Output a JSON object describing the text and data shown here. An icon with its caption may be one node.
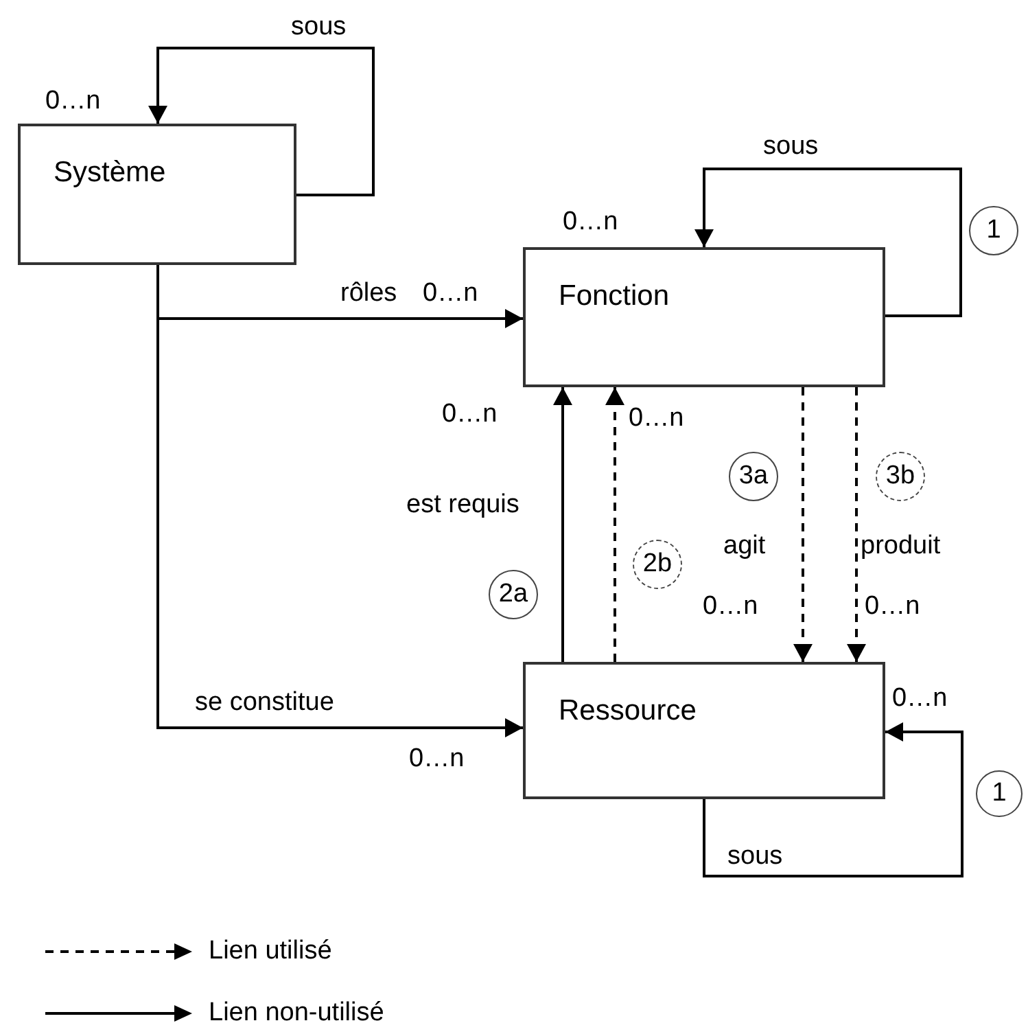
{
  "diagram": {
    "nodes": [
      {
        "text": [
          "Système"
        ]
      },
      {
        "text": [
          "Fonction"
        ]
      },
      {
        "text": [
          "Ressource"
        ]
      },
      {
        "text": [
          "1"
        ]
      },
      {
        "text": [
          "3a"
        ]
      },
      {
        "text": [
          "3b"
        ]
      },
      {
        "text": [
          "2b"
        ]
      },
      {
        "text": [
          "2a"
        ]
      },
      {
        "text": [
          "1"
        ]
      }
    ],
    "edges": [
      {
        "from": 0,
        "to": 0,
        "arrow": "to",
        "label": "sous"
      },
      {
        "from": 0,
        "to": 1,
        "arrow": "to",
        "label": "rôles"
      },
      {
        "from": 0,
        "to": 2,
        "arrow": "to",
        "label": "se constitue"
      },
      {
        "from": 1,
        "to": 1,
        "arrow": "to",
        "label": "sous"
      },
      {
        "from": 2,
        "to": 1,
        "arrow": "to",
        "label": "est requis"
      },
      {
        "from": 2,
        "to": 1,
        "arrow": "to",
        "style": "dashed"
      },
      {
        "from": 1,
        "to": 2,
        "arrow": "to",
        "label": "agit",
        "style": "dashed"
      },
      {
        "from": 1,
        "to": 2,
        "arrow": "to",
        "label": "produit",
        "style": "dashed"
      },
      {
        "from": 2,
        "to": 2,
        "arrow": "to",
        "label": "sous"
      }
    ],
    "labels": [
      "0…n",
      "0…n",
      "0…n",
      "0…n",
      "0…n",
      "0…n",
      "0…n",
      "0…n",
      "0…n"
    ],
    "legend": [
      {
        "text": "Lien utilisé"
      },
      {
        "text": "Lien non-utilisé"
      }
    ]
  }
}
